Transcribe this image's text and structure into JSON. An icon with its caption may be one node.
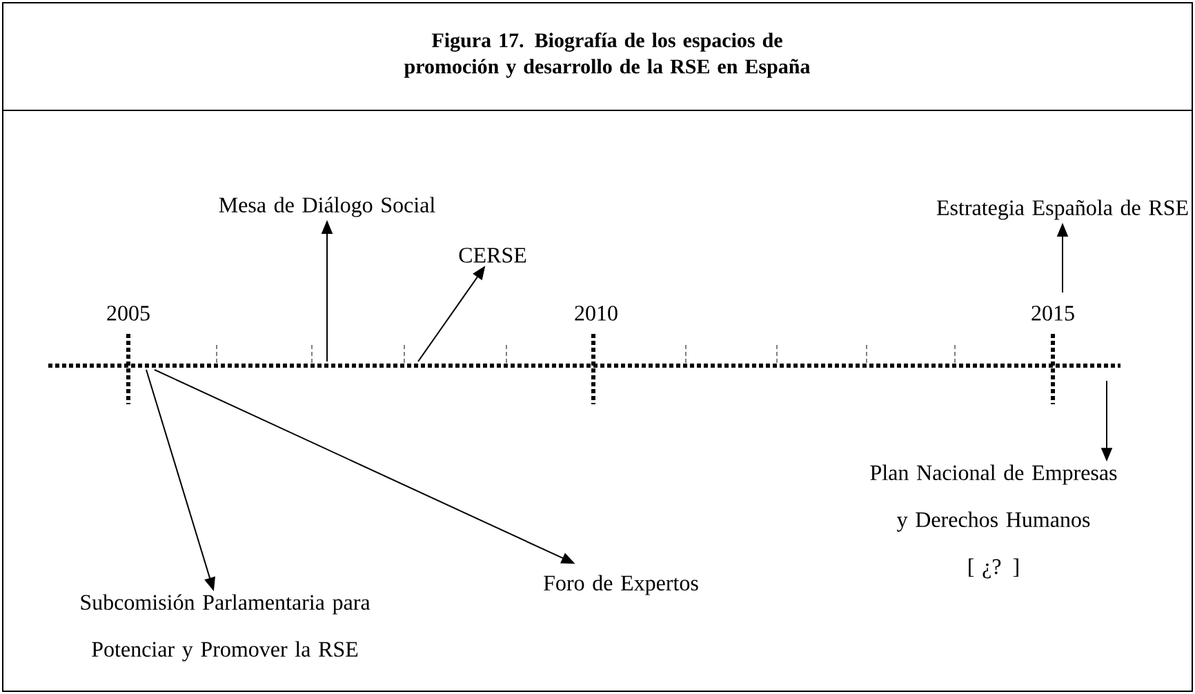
{
  "diagram": {
    "title": "Figura 17. Biografía de los espacios de promoción y desarrollo de la RSE en España",
    "nodes": [
      {
        "text": [
          "Mesa de Diálogo Social"
        ]
      },
      {
        "text": [
          "CERSE"
        ]
      },
      {
        "text": [
          "Estrategia Española de RSE"
        ]
      },
      {
        "text": [
          "Plan Nacional de Empresas y Derechos Humanos",
          "[ ¿? ]"
        ]
      },
      {
        "text": [
          "Subcomisión Parlamentaria para Potenciar y Promover la RSE"
        ]
      },
      {
        "text": [
          "Foro de Expertos"
        ]
      }
    ],
    "edges": [
      {
        "from": null,
        "to": 0,
        "arrow": "to"
      },
      {
        "from": null,
        "to": 1,
        "arrow": "to"
      },
      {
        "from": null,
        "to": 2,
        "arrow": "to"
      },
      {
        "from": null,
        "to": 3,
        "arrow": "to"
      },
      {
        "from": null,
        "to": 4,
        "arrow": "to"
      },
      {
        "from": null,
        "to": 5,
        "arrow": "to"
      }
    ],
    "labels": [
      "2005",
      "2010",
      "2015"
    ]
  }
}
